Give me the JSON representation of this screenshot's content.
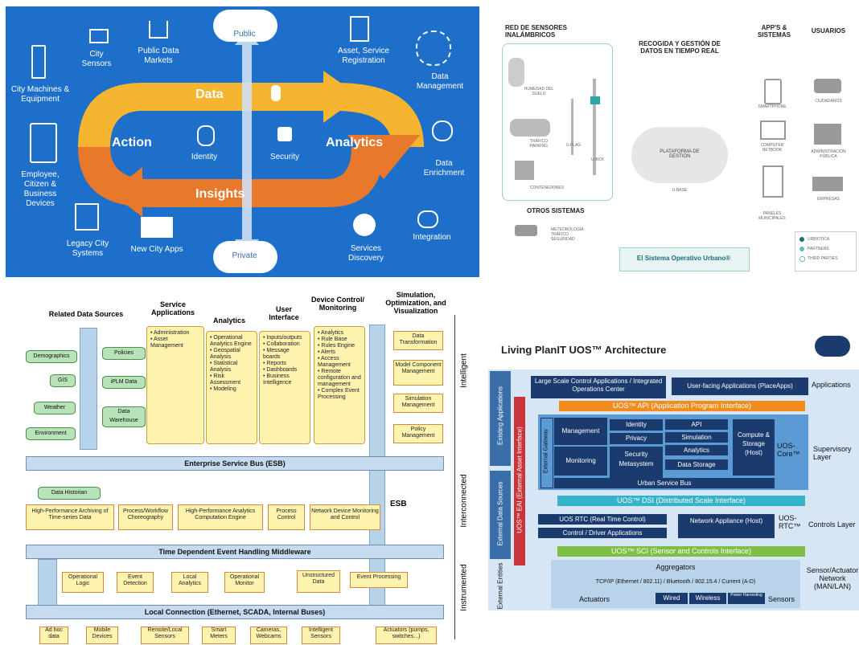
{
  "panel1": {
    "center_labels": {
      "data": "Data",
      "insights": "Insights",
      "action": "Action",
      "analytics": "Analytics",
      "public": "Public",
      "private": "Private",
      "identity": "Identity",
      "security": "Security"
    },
    "left_items": [
      "City Machines & Equipment",
      "Employee, Citizen & Business Devices",
      "Legacy City Systems"
    ],
    "top_items": [
      "City Sensors",
      "Public Data Markets",
      "Asset, Service Registration"
    ],
    "right_items": [
      "Data Management",
      "Data Enrichment",
      "Integration"
    ],
    "bottom_items": [
      "New City Apps",
      "Services Discovery"
    ],
    "colors": {
      "background": "#1d6fc9",
      "loop": "#f5b530",
      "insights_arrow": "#e8782a",
      "vertical_arrow": "#cfe0f5"
    }
  },
  "panel2": {
    "headings": {
      "sensors": "RED DE SENSORES INALÁMBRICOS",
      "collection": "RECOGIDA Y GESTIÓN DE DATOS EN TIEMPO REAL",
      "apps": "APP'S & SISTEMAS",
      "users": "USUARIOS",
      "other": "OTROS SISTEMAS"
    },
    "sensor_items": [
      "HUMEDAD DEL SUELO",
      "TRÁFICO PARKING",
      "CONTENEDORES"
    ],
    "device_labels": [
      "U-FLAG",
      "U-BOX",
      "U-BASE"
    ],
    "platform": "PLATAFORMA DE GESTIÓN",
    "app_items": [
      "SMARTPHONE",
      "COMPUTER NETBOOK",
      "PANELES MUNICIPALES"
    ],
    "user_items": [
      "CIUDADANOS",
      "ADMINISTRACIÓN PÚBLICA",
      "EMPRESAS"
    ],
    "other_items": "METEOROLOGÍA TRÁFICO SEGURIDAD",
    "footer": "El Sistema Operativo Urbano®",
    "legend": [
      "URBIOTICA",
      "PARTNERS",
      "THIRD PARTIES"
    ]
  },
  "panel3": {
    "column_headers": [
      "Related Data Sources",
      "Service Applications",
      "Analytics",
      "User Interface",
      "Device Control/ Monitoring",
      "Simulation, Optimization, and Visualization"
    ],
    "data_sources": [
      "Demographics",
      "Policies",
      "GIS",
      "iPLM Data",
      "Weather",
      "Data Warehouse",
      "Environment"
    ],
    "service_apps": "• Administration\n• Asset Management",
    "analytics": "• Operational Analytics Engine\n• Geospatial Analysis\n• Statistical Analysis\n• Risk Assessment\n• Modeling",
    "user_interface": "• Inputs/outputs\n• Collaboration\n• Message boards\n• Reports\n• Dashboards\n• Business Intelligence",
    "device_control": "• Analytics\n• Rule Base\n• Rules Engine\n• Alerts\n• Access Management\n• Remote configuration and management\n• Complex Event Processing",
    "simulation": [
      "Data Transformation",
      "Model Component Management",
      "Simulation Management",
      "Policy Management"
    ],
    "esb_bus": "Enterprise Service Bus (ESB)",
    "esb": "ESB",
    "data_historian": "Data Historian",
    "mid_boxes": [
      "High-Performance Archiving of Time-series Data",
      "Process/Workflow Choreography",
      "High-Performance Analytics Computation Engine",
      "Process Control",
      "Network Device Monitoring and Control"
    ],
    "middleware": "Time Dependent Event Handling Middleware",
    "low_boxes": [
      "Operational Logic",
      "Event Detection",
      "Local Analytics",
      "Operational Monitor",
      "Unstructured Data",
      "Event Processing"
    ],
    "local_bus": "Local Connection (Ethernet, SCADA, Internal Buses)",
    "bottom_boxes": [
      "Ad hoc data",
      "Mobile Devices",
      "Remote/Local Sensors",
      "Smart Meters",
      "Cameras, Webcams",
      "Intelligent Sensors",
      "Actuators (pumps, switches...)"
    ],
    "side_labels": [
      "Intelligent",
      "Interconnected",
      "Instrumented"
    ]
  },
  "panel4": {
    "title": "Living PlanIT UOS™ Architecture",
    "side_labels": [
      "Existing Applications",
      "External Data Sources",
      "External Entities"
    ],
    "eai": "UOS™ EAI (External Asset Interface)",
    "top_boxes": [
      "Large Scale Control Applications / Integrated Operations Center",
      "User-facing Applications (PlaceApps)"
    ],
    "applications": "Applications",
    "api_band": "UOS™ API (Application Program Interface)",
    "gateway": "External Gateway",
    "core_left": [
      "Management",
      "Monitoring"
    ],
    "core_mid": [
      "Identity",
      "Privacy",
      "Security Metasystem"
    ],
    "core_right": [
      "API",
      "Simulation",
      "Analytics",
      "Data Storage"
    ],
    "compute": "Compute & Storage (Host)",
    "urban_bus": "Urban Service Bus",
    "uos_core": "UOS-Core™",
    "supervisory": "Supervisory Layer",
    "dsi_band": "UOS™ DSI (Distributed Scale Interface)",
    "rtc": "UOS RTC (Real Time Control)",
    "driver_apps": "Control / Driver Applications",
    "network_appliance": "Network Appliance (Host)",
    "uos_rtc": "UOS-RTC™",
    "controls_layer": "Controls Layer",
    "sci_band": "UOS™ SCI (Sensor and Controls Interface)",
    "aggregators": "Aggregators",
    "protocols": "TCP/IP (Ethernet / 802.11) / Bluetooth / 802.15.4 / Current (A-D)",
    "actuators": "Actuators",
    "wired": "Wired",
    "wireless": "Wireless",
    "power": "Power Harvesting",
    "sensors": "Sensors",
    "network_layer": "Sensor/Actuator Network (MAN/LAN)"
  }
}
